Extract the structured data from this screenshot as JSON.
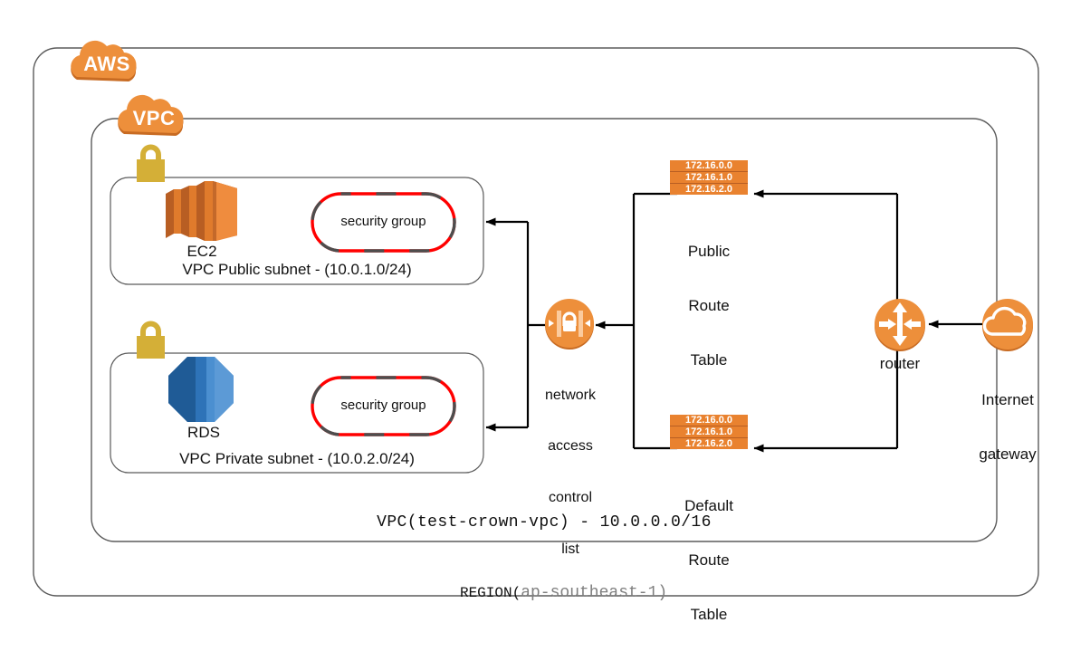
{
  "diagram": {
    "title": "AWS VPC network architecture",
    "colors": {
      "aws_orange": "#ED8F3B",
      "aws_orange_dark": "#C86B22",
      "ec2_orange": "#E98B3E",
      "ec2_orange_dark": "#B85E23",
      "rds_blue": "#2E73B8",
      "rds_blue_dark": "#1F5B96",
      "rds_blue_light": "#4B8FD0",
      "lock_gold": "#D4AF37",
      "lock_gold_dark": "#C49B1E",
      "sg_red": "#FF0000",
      "sg_gray": "#4D4D4D",
      "boundary_gray": "#666666",
      "route_row_orange": "#E9822F",
      "route_row_orange_dark": "#C8621A",
      "line_black": "#000000",
      "region_value_gray": "#7F7F7F"
    },
    "boundaries": [
      {
        "name": "aws",
        "label": "AWS",
        "footer": ""
      },
      {
        "name": "vpc",
        "label": "VPC",
        "footer": "VPC(test-crown-vpc) - 10.0.0.0/16"
      },
      {
        "name": "region",
        "footer_prefix": "REGION(",
        "footer_value": "ap-southeast-1",
        "footer_suffix": ")"
      }
    ],
    "subnets": [
      {
        "name": "public-subnet",
        "caption": "VPC Public subnet - (10.0.1.0/24)",
        "resource_icon": "ec2-icon",
        "resource_label": "EC2",
        "security_group_label": "security group",
        "lock_icon": "lock-icon"
      },
      {
        "name": "private-subnet",
        "caption": "VPC Private subnet - (10.0.2.0/24)",
        "resource_icon": "rds-icon",
        "resource_label": "RDS",
        "security_group_label": "security group",
        "lock_icon": "lock-icon"
      }
    ],
    "nacl": {
      "icon": "network-acl-icon",
      "label_lines": [
        "network",
        "access",
        "control",
        "list"
      ]
    },
    "route_tables": [
      {
        "name": "public-route-table",
        "rows": [
          "172.16.0.0",
          "172.16.1.0",
          "172.16.2.0"
        ],
        "label_lines": [
          "Public",
          "Route",
          "Table"
        ]
      },
      {
        "name": "default-route-table",
        "rows": [
          "172.16.0.0",
          "172.16.1.0",
          "172.16.2.0"
        ],
        "label_lines": [
          "Default",
          "Route",
          "Table"
        ]
      }
    ],
    "router": {
      "icon": "router-icon",
      "label": "router"
    },
    "internet_gateway": {
      "icon": "internet-gateway-icon",
      "label_lines": [
        "Internet",
        "gateway"
      ]
    }
  }
}
